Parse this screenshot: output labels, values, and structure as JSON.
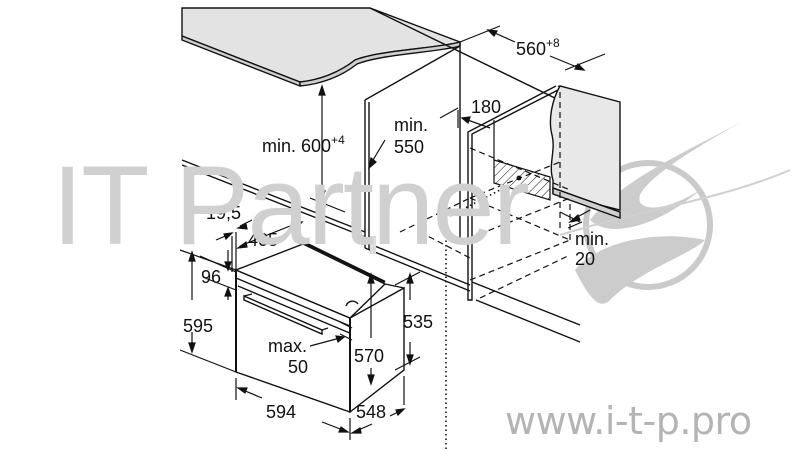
{
  "watermark": {
    "title": "IT Partner",
    "url": "www.i-t-p.pro",
    "color": "#d0d0d0"
  },
  "dimensions": {
    "niche_width": {
      "value": "560",
      "tolerance": "+8"
    },
    "niche_height": {
      "prefix": "min.",
      "value": "600",
      "tolerance": "+4"
    },
    "niche_depth": {
      "line1": "min.",
      "line2": "550"
    },
    "vent_opening": {
      "value": "180"
    },
    "rear_gap": {
      "line1": "min.",
      "line2": "20"
    },
    "front_panel_offset": {
      "value": "19,5"
    },
    "top_depth": {
      "value": "405"
    },
    "panel_height": {
      "value": "96"
    },
    "front_height": {
      "value": "595"
    },
    "body_height": {
      "value": "535"
    },
    "body_depth_side": {
      "value": "570"
    },
    "door_gap": {
      "line1": "max.",
      "line2": "50"
    },
    "front_width": {
      "value": "594"
    },
    "body_depth": {
      "value": "548"
    }
  },
  "colors": {
    "line": "#111111",
    "worktop_fill": "#e3e3e3",
    "cabinet_side_fill": "#e8e8e8",
    "watermark_logo": "#c8c8c8"
  }
}
